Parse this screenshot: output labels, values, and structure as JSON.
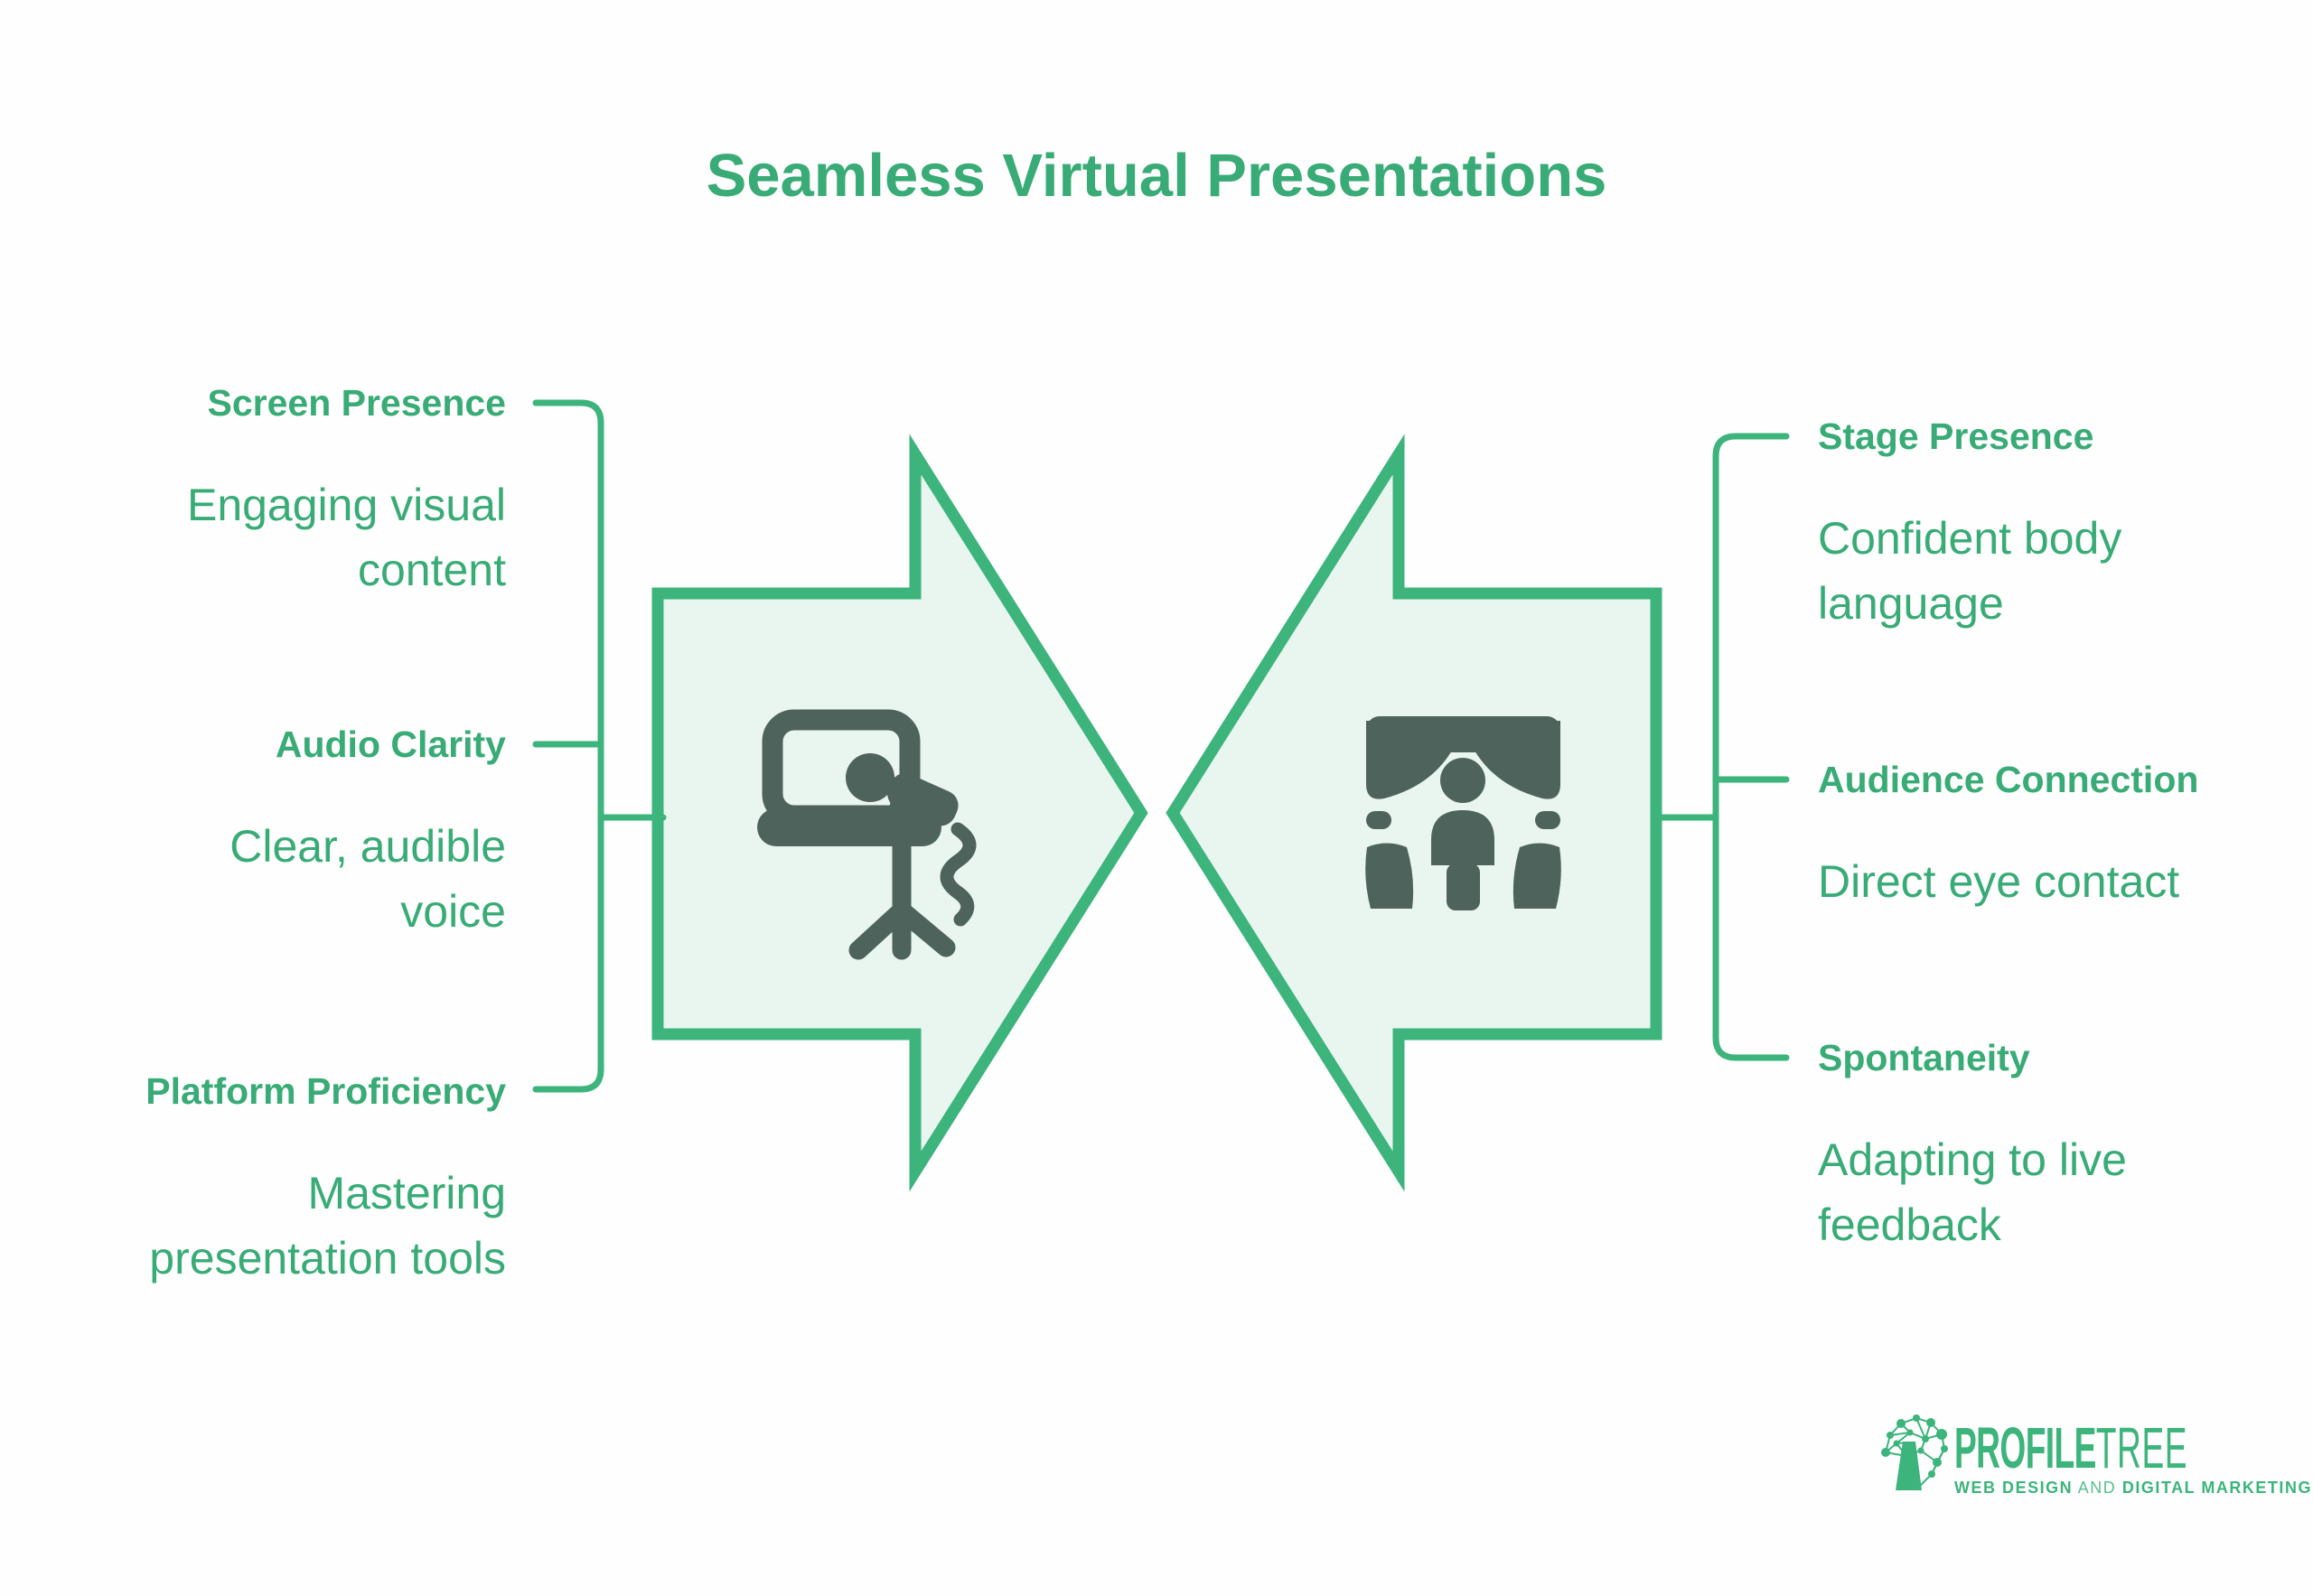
{
  "theme": {
    "green": "#3cb47c",
    "text-green": "#38ab76",
    "fill": "#e9f6ef",
    "icon": "#4e635b",
    "bg": "#fdfefd"
  },
  "title": "Seamless Virtual Presentations",
  "left_items": [
    {
      "label": "Screen Presence",
      "desc": "Engaging visual\ncontent"
    },
    {
      "label": "Audio Clarity",
      "desc": "Clear, audible\nvoice"
    },
    {
      "label": "Platform Proficiency",
      "desc": "Mastering\npresentation tools"
    }
  ],
  "right_items": [
    {
      "label": "Stage Presence",
      "desc": "Confident body\nlanguage"
    },
    {
      "label": "Audience Connection",
      "desc": "Direct eye contact"
    },
    {
      "label": "Spontaneity",
      "desc": "Adapting to live\nfeedback"
    }
  ],
  "icons": {
    "left": "presenter-laptop-mic-icon",
    "right": "stage-curtains-speaker-icon"
  },
  "logo": {
    "brand_bold": "PROFILE",
    "brand_light": "TREE",
    "tagline_parts": [
      "WEB DESIGN",
      "AND",
      "DIGITAL MARKETING"
    ]
  }
}
